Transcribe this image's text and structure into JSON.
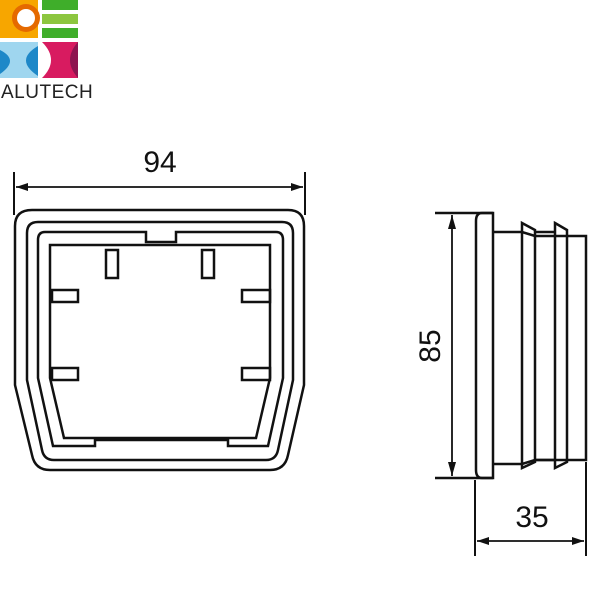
{
  "brand": {
    "name": "ALUTECH",
    "colors": {
      "orange": "#f39200",
      "green": "#4caf2a",
      "blue": "#2a9fd6",
      "magenta": "#c2185b"
    }
  },
  "drawing": {
    "front_view": {
      "width_dimension": "94"
    },
    "side_view": {
      "height_dimension": "85",
      "depth_dimension": "35"
    }
  }
}
